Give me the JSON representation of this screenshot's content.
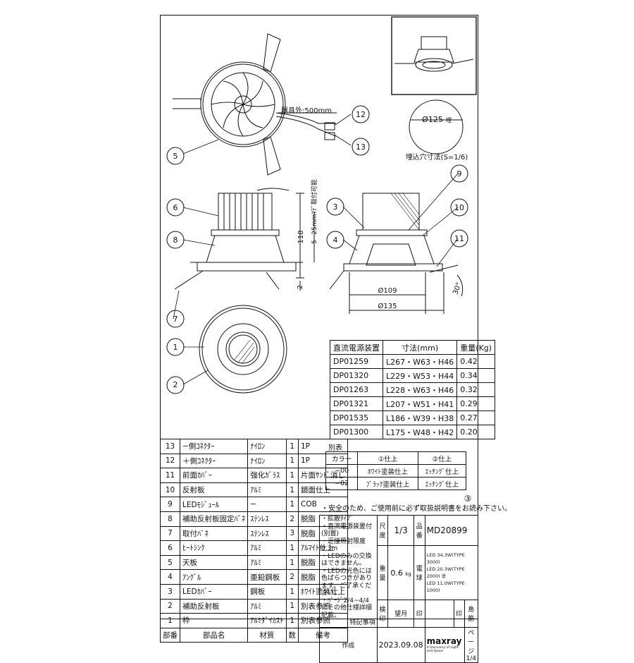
{
  "drawing": {
    "cable_length": "器具外:500mm",
    "cutout_dim": "Ø125",
    "cutout_dim_suffix": "埋",
    "cutout_caption": "埋込穴寸法(S=1/6)",
    "height_118": "118",
    "ceiling_range": "5~25mmﾏﾃﾞ取付可能",
    "dim_2": "2",
    "dim_109": "Ø109",
    "dim_135": "Ø135",
    "angle": "30°",
    "callouts": [
      "1",
      "2",
      "3",
      "4",
      "5",
      "6",
      "7",
      "8",
      "9",
      "10",
      "11",
      "12",
      "13"
    ],
    "circle_3": "③"
  },
  "spec_table": {
    "headers": [
      "直流電源装置",
      "寸法(mm)",
      "重量(Kg)"
    ],
    "rows": [
      [
        "DP01259",
        "L267・W63・H46",
        "0.42"
      ],
      [
        "DP01320",
        "L229・W53・H44",
        "0.34"
      ],
      [
        "DP01263",
        "L228・W63・H46",
        "0.32"
      ],
      [
        "DP01321",
        "L207・W51・H41",
        "0.29"
      ],
      [
        "DP01535",
        "L186・W39・H38",
        "0.27"
      ],
      [
        "DP01300",
        "L175・W48・H42",
        "0.20"
      ]
    ]
  },
  "variant_table": {
    "title": "別表",
    "headers": [
      "カラー",
      "①仕上",
      "②仕上"
    ],
    "rows": [
      [
        "−00",
        "ﾎﾜｲﾄ塗装仕上",
        "ｴｯﾁﾝｸﾞ仕上"
      ],
      [
        "−02",
        "ﾌﾞﾗｯｸ塗装仕上",
        "ｴｯﾁﾝｸﾞ仕上"
      ]
    ]
  },
  "parts_list": {
    "rows": [
      [
        "13",
        "−側ｺﾈｸﾀｰ",
        "ﾅｲﾛﾝ",
        "1",
        "1P"
      ],
      [
        "12",
        "＋側ｺﾈｸﾀｰ",
        "ﾅｲﾛﾝ",
        "1",
        "1P"
      ],
      [
        "11",
        "前面ｶﾊﾞｰ",
        "強化ｶﾞﾗｽ",
        "1",
        "片面ｻﾝﾄﾞ消し"
      ],
      [
        "10",
        "反射板",
        "ｱﾙﾐ",
        "1",
        "鏡面仕上"
      ],
      [
        "9",
        "LEDﾓｼﾞｭｰﾙ",
        "−",
        "1",
        "COB"
      ],
      [
        "8",
        "補助反射板固定ﾊﾞﾈ",
        "ｽﾃﾝﾚｽ",
        "2",
        "脱脂"
      ],
      [
        "7",
        "取付ﾊﾞﾈ",
        "ｽﾃﾝﾚｽ",
        "3",
        "脱脂"
      ],
      [
        "6",
        "ﾋｰﾄｼﾝｸ",
        "ｱﾙﾐ",
        "1",
        "ｱﾙﾏｲﾄ仕上"
      ],
      [
        "5",
        "天板",
        "ｱﾙﾐ",
        "1",
        "脱脂"
      ],
      [
        "4",
        "ｱﾝｸﾞﾙ",
        "亜鉛鋼板",
        "2",
        "脱脂"
      ],
      [
        "3",
        "LEDｶﾊﾞｰ",
        "鋼板",
        "1",
        "ﾎﾜｲﾄ塗装仕上"
      ],
      [
        "2",
        "補助反射板",
        "ｱﾙﾐ",
        "1",
        "別表参照"
      ],
      [
        "1",
        "枠",
        "ｱﾙﾐﾀﾞｲｶｽﾄ",
        "1",
        "別表参照"
      ]
    ],
    "headers": [
      "部番",
      "部品名",
      "材質",
      "数",
      "備考"
    ]
  },
  "title_block": {
    "safety_note": "・安全のため、ご使用前に必ず取扱説明書をお読み下さい。",
    "notes": [
      "・拡散ﾀｲﾌﾟ",
      "・直流電源装置付(別置)",
      "・近接照射限度0.3m",
      "・LEDのみの交換はできません。",
      "・LEDの光色には色ばらつきがあります。ご了承ください。",
      "・ﾍﾟｰｼﾞ2/4~4/4にその他仕様詳細記載。"
    ],
    "special": "特記事項",
    "scale_label": "尺度",
    "scale_num": "1",
    "scale_den": "3",
    "part_no_label": "品番",
    "part_no": "MD20899",
    "weight_label": "重量",
    "weight_value": "0.6",
    "weight_unit": "kg",
    "lamp_label": "電球",
    "lamp_lines": [
      "LED 34.3W(TYPE 3000)",
      "LED 20.3W(TYPE 2000) ㊎",
      "LED 11.0W(TYPE 1000)"
    ],
    "check_label": "検印",
    "approve_label": "望月",
    "stamp_label": "印",
    "stamp_label2": "印",
    "drawer_label": "島筋",
    "create_label": "作成",
    "date": "2023.09.08",
    "brand": "maxray",
    "brand_sub": "A Discovery of Light and Space",
    "page_label": "ページ",
    "page_value": "1/4"
  }
}
